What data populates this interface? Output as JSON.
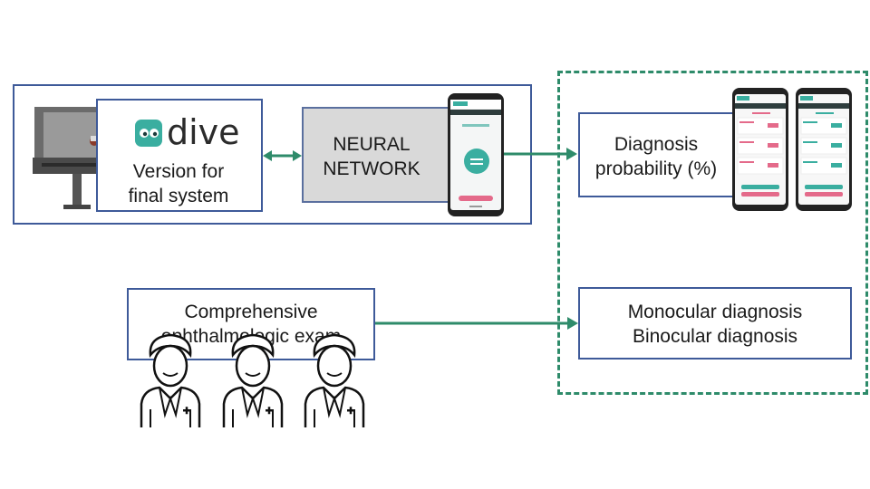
{
  "logo": {
    "text": "dive"
  },
  "dive_box": {
    "line1": "Version for",
    "line2": "final system"
  },
  "neural_network": {
    "line1": "NEURAL",
    "line2": "NETWORK"
  },
  "diagnosis_probability": {
    "line1": "Diagnosis",
    "line2": "probability (%)"
  },
  "exam": {
    "line1": "Comprehensive",
    "line2": "ophthalmologic exam"
  },
  "diagnosis_types": {
    "line1": "Monocular diagnosis",
    "line2": "Binocular diagnosis"
  },
  "colors": {
    "box_border": "#3e5a99",
    "arrow": "#2e8b6a",
    "dashed": "#2e8b6a",
    "logo": "#3aaea0"
  },
  "icons": [
    "eye-tracking-device-icon",
    "smartphone-app-icon",
    "doctor-icon"
  ]
}
